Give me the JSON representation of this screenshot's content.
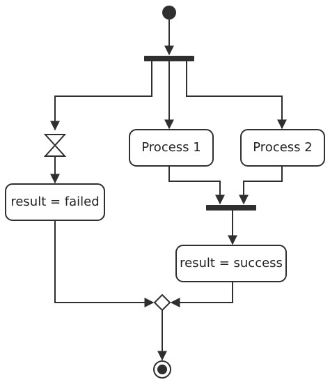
{
  "diagram": {
    "nodes": {
      "process1": {
        "label": "Process 1"
      },
      "process2": {
        "label": "Process 2"
      },
      "failed": {
        "label": "result = failed"
      },
      "success": {
        "label": "result = success"
      }
    }
  }
}
